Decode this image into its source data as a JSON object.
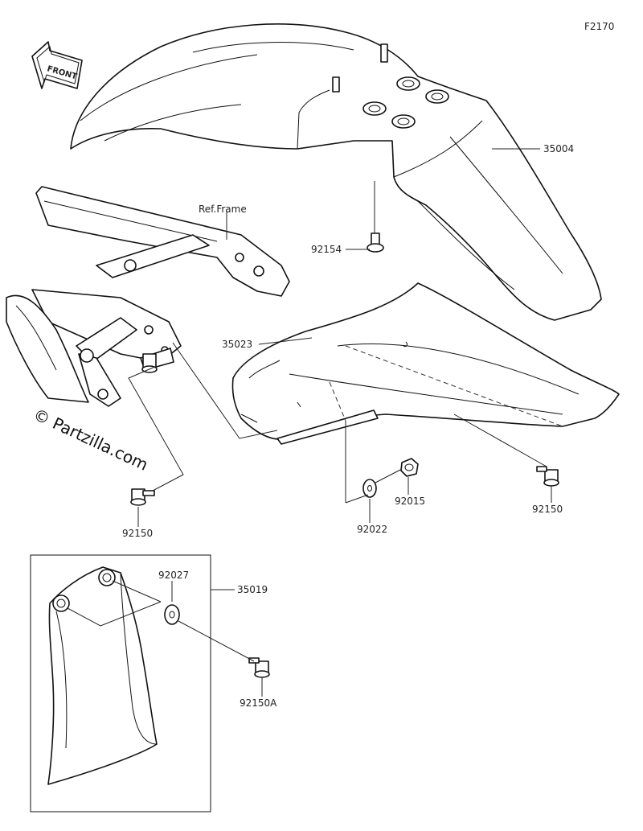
{
  "figure_code": "F2170",
  "front_arrow_text": "FRONT",
  "ref_frame_label": "Ref.Frame",
  "watermark_text": "© Partzilla.com",
  "parts": {
    "p35004": "35004",
    "p92154": "92154",
    "p35023": "35023",
    "p92015": "92015",
    "p92022": "92022",
    "p92150_right": "92150",
    "p92150_left": "92150",
    "p92027": "92027",
    "p35019": "35019",
    "p92150A": "92150A"
  }
}
